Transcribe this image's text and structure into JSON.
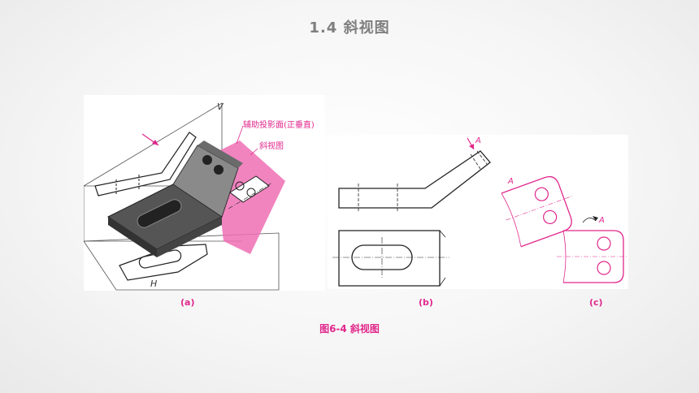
{
  "title": "1.4  斜视图",
  "figure_a": {
    "label": "(a)",
    "plane_v": "V",
    "plane_h": "H",
    "annot_aux_plane": "辅助投影面(正垂直)",
    "annot_oblique": "斜视图"
  },
  "figure_b": {
    "label": "(b)",
    "view_mark_arrow": "A",
    "view_mark_view": "A"
  },
  "figure_c": {
    "label": "(c)",
    "view_mark": "A"
  },
  "caption": "图6-4  斜视图",
  "colors": {
    "accent": "#e0288c",
    "title": "#7f7f7f"
  }
}
